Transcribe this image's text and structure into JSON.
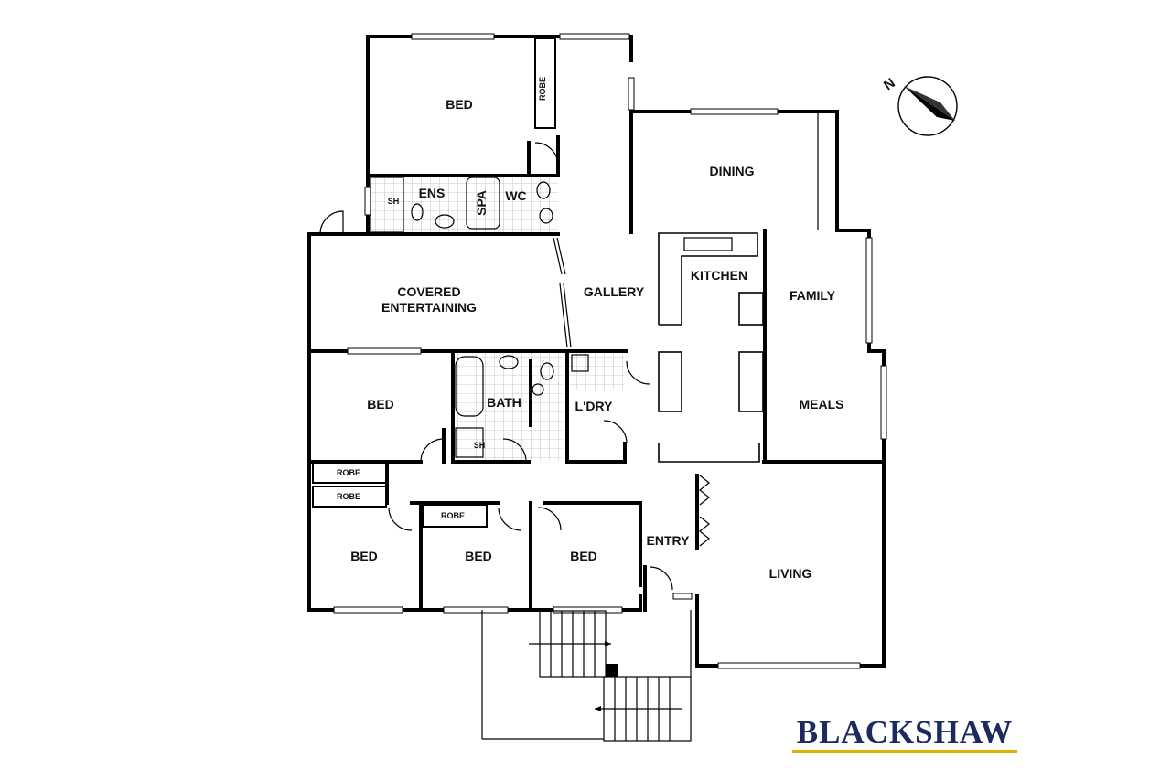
{
  "rooms": {
    "bed_master": "BED",
    "robe_master": "ROBE",
    "ens": "ENS",
    "spa": "SPA",
    "wc": "WC",
    "sh_ens": "SH",
    "dining": "DINING",
    "kitchen": "KITCHEN",
    "family": "FAMILY",
    "gallery": "GALLERY",
    "covered_entertaining_1": "COVERED",
    "covered_entertaining_2": "ENTERTAINING",
    "bed_2": "BED",
    "bath": "BATH",
    "sh_bath": "SH",
    "laundry": "L'DRY",
    "meals": "MEALS",
    "robe_a": "ROBE",
    "robe_b": "ROBE",
    "robe_c": "ROBE",
    "bed_3": "BED",
    "bed_4": "BED",
    "bed_5": "BED",
    "entry": "ENTRY",
    "living": "LIVING"
  },
  "compass": {
    "north_label": "N"
  },
  "brand": {
    "name": "BLACKSHAW",
    "underline_color": "#e0b000",
    "text_color": "#1c2a5e"
  }
}
